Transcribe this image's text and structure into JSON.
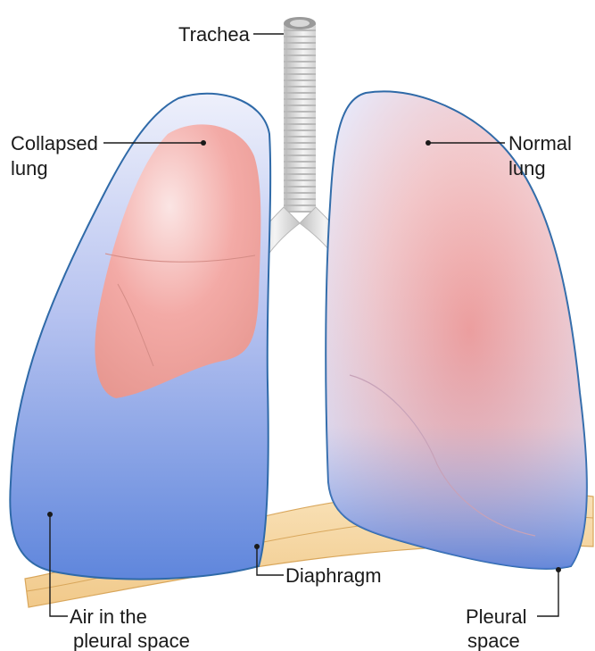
{
  "labels": {
    "trachea": "Trachea",
    "collapsed_lung": [
      "Collapsed",
      "lung"
    ],
    "normal_lung": [
      "Normal",
      "lung"
    ],
    "diaphragm": "Diaphragm",
    "air_pleural": [
      "Air in the",
      "pleural space"
    ],
    "pleural_space": [
      "Pleural",
      "space"
    ]
  },
  "colors": {
    "lung_outline": "#2f6aa8",
    "pleural_blue": "#6f8fe0",
    "lung_pink": "#f2a0a0",
    "diaphragm": "#f7d7a1",
    "trachea": "#dcdcdc"
  }
}
